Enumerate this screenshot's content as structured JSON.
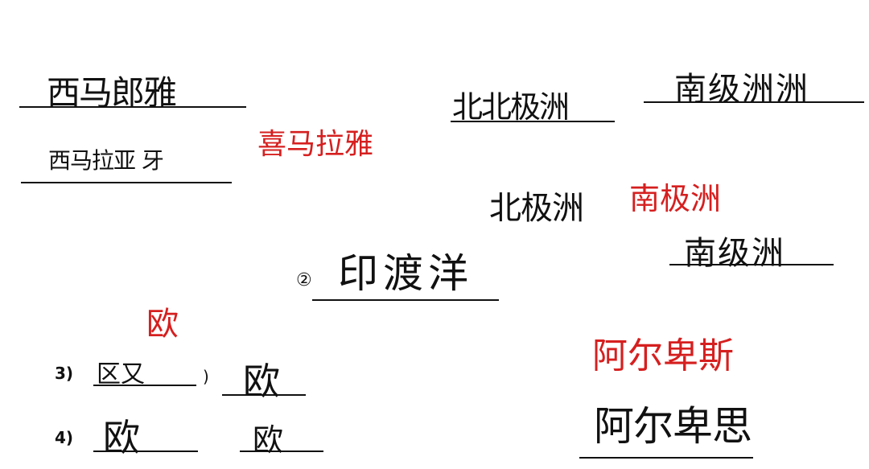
{
  "handwritten": {
    "himalaya_1": "西马郎雅",
    "himalaya_2": "西马拉亚 牙",
    "arctic_1": "北北极洲",
    "antarctic_1": "南级洲洲",
    "arctic_2": "北极洲",
    "antarctic_2": "南级洲",
    "indian_ocean": "印渡洋",
    "circle_mark": "②",
    "europe_1": "区又",
    "europe_2": "欧",
    "europe_3": "欧",
    "europe_4": "欧",
    "alps": "阿尔卑思"
  },
  "corrections": {
    "himalaya": "喜马拉雅",
    "antarctica": "南极洲",
    "europe": "欧",
    "alps": "阿尔卑斯"
  },
  "question_numbers": {
    "q3": "3)",
    "q4": "4)",
    "paren": ")"
  },
  "colors": {
    "correction_red": "#d61f1f",
    "ink": "#111111"
  }
}
